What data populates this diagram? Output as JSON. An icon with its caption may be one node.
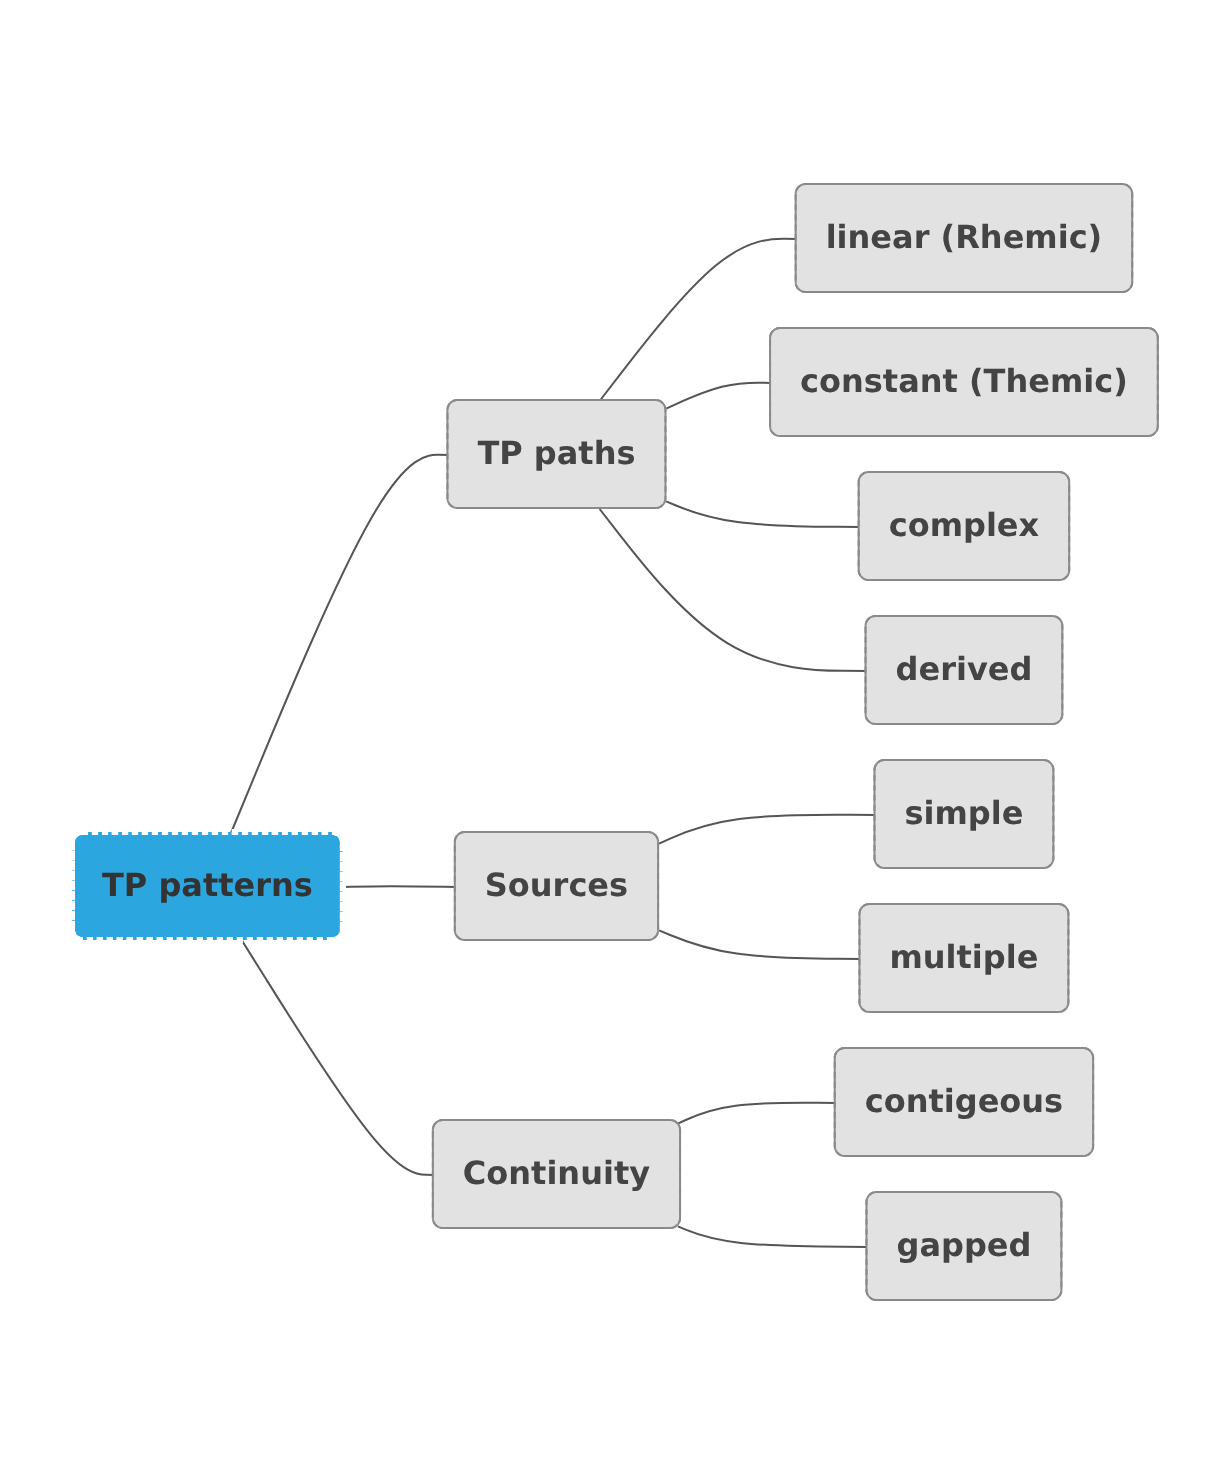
{
  "diagram": {
    "nodes": [
      {
        "text": [
          "TP patterns"
        ]
      },
      {
        "text": [
          "TP paths"
        ]
      },
      {
        "text": [
          "linear (Rhemic)"
        ]
      },
      {
        "text": [
          "constant (Themic)"
        ]
      },
      {
        "text": [
          "complex"
        ]
      },
      {
        "text": [
          "derived"
        ]
      },
      {
        "text": [
          "Sources"
        ]
      },
      {
        "text": [
          "simple"
        ]
      },
      {
        "text": [
          "multiple"
        ]
      },
      {
        "text": [
          "Continuity"
        ]
      },
      {
        "text": [
          "contigeous"
        ]
      },
      {
        "text": [
          "gapped"
        ]
      }
    ],
    "edges": [
      {
        "from": 0,
        "to": 1,
        "arrow": "none"
      },
      {
        "from": 1,
        "to": 2,
        "arrow": "none"
      },
      {
        "from": 1,
        "to": 3,
        "arrow": "none"
      },
      {
        "from": 1,
        "to": 4,
        "arrow": "none"
      },
      {
        "from": 1,
        "to": 5,
        "arrow": "none"
      },
      {
        "from": 0,
        "to": 6,
        "arrow": "none"
      },
      {
        "from": 6,
        "to": 7,
        "arrow": "none"
      },
      {
        "from": 6,
        "to": 8,
        "arrow": "none"
      },
      {
        "from": 0,
        "to": 9,
        "arrow": "none"
      },
      {
        "from": 9,
        "to": 10,
        "arrow": "none"
      },
      {
        "from": 9,
        "to": 11,
        "arrow": "none"
      }
    ]
  }
}
